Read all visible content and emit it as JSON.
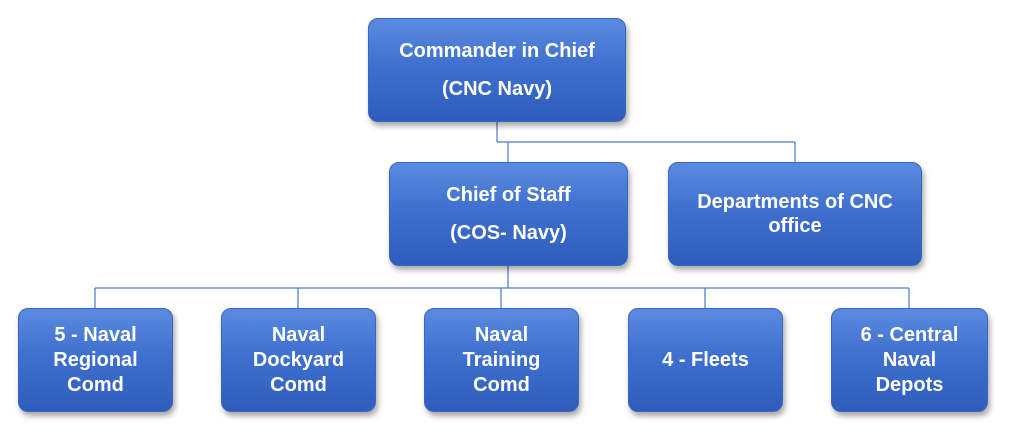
{
  "org_chart": {
    "root": {
      "line1": "Commander in Chief",
      "line2": "(CNC Navy)"
    },
    "level2": {
      "chief_of_staff": {
        "line1": "Chief of Staff",
        "line2": "(COS- Navy)"
      },
      "departments": {
        "line1": "Departments of CNC",
        "line2": "office"
      }
    },
    "level3": [
      {
        "lines": [
          "5 - Naval",
          "Regional",
          "Comd"
        ]
      },
      {
        "lines": [
          "Naval",
          "Dockyard",
          "Comd"
        ]
      },
      {
        "lines": [
          "Naval",
          "Training",
          "Comd"
        ]
      },
      {
        "lines": [
          "4 - Fleets"
        ]
      },
      {
        "lines": [
          "6 - Central",
          "Naval",
          "Depots"
        ]
      }
    ]
  },
  "colors": {
    "box_fill": "#3f70cf",
    "box_border": "#3a66c2",
    "connector": "#4a78c9",
    "text": "#ffffff"
  }
}
